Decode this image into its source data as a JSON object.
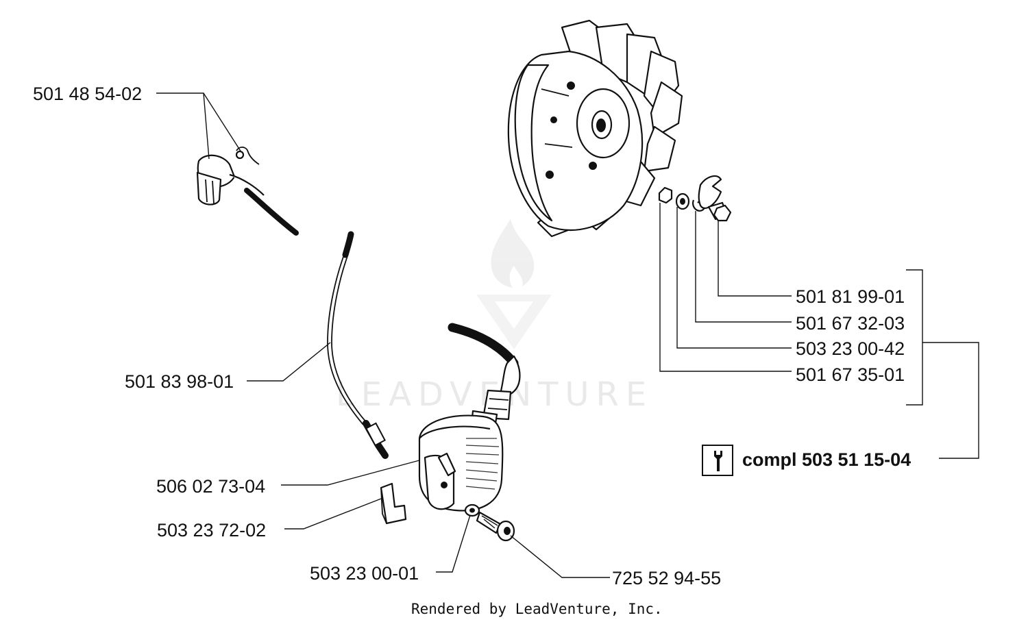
{
  "watermark": {
    "text": "LEADVENTURE"
  },
  "footer": {
    "text": "Rendered by LeadVenture, Inc."
  },
  "parts": {
    "stop_switch": "501 48 54-02",
    "short_circuit_cable": "501 83 98-01",
    "ignition_module": "506 02 73-04",
    "spacer": "503 23 72-02",
    "washer_module": "503 23 00-01",
    "screw_module": "725 52 94-55",
    "pawl_screw": "501 81 99-01",
    "pawl_spring": "501 67 32-03",
    "pawl_washer": "503 23 00-42",
    "flywheel_nut": "501 67 35-01"
  },
  "kit": {
    "icon": "wrench-icon",
    "label": "compl 503 51 15-04"
  },
  "colors": {
    "ink": "#111111",
    "watermark": "#e9e9e9",
    "background": "#ffffff"
  }
}
